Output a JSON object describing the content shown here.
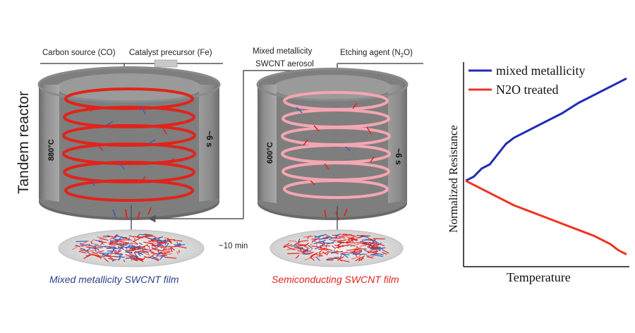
{
  "title": "Tandem reactor",
  "reactor1": {
    "carbon_source": "Carbon source (CO)",
    "catalyst_precursor": "Catalyst precursor (Fe)",
    "temperature": "880°C",
    "residence_time": "~6 s",
    "coil_color": "#e0241b"
  },
  "transfer": {
    "aerosol_line1": "Mixed metallicity",
    "aerosol_line2": "SWCNT aerosol",
    "collection_time": "~10 min"
  },
  "reactor2": {
    "etching_agent_prefix": "Etching agent (N",
    "etching_agent_sub": "2",
    "etching_agent_suffix": "O)",
    "temperature": "600°C",
    "residence_time": "~6 s",
    "coil_color": "#f4a6b2"
  },
  "films": {
    "mixed": {
      "label": "Mixed metallicity SWCNT film",
      "color": "#2b3f8c"
    },
    "semiconducting": {
      "label": "Semiconducting SWCNT film",
      "color": "#e0241b"
    }
  },
  "chart_data": {
    "type": "line",
    "xlabel": "Temperature",
    "ylabel": "Normalized Resistance",
    "legend_position": "top-left",
    "grid": false,
    "series": [
      {
        "name": "mixed metallicity",
        "color": "#1f2bb3",
        "x": [
          0,
          0.05,
          0.1,
          0.15,
          0.2,
          0.25,
          0.3,
          0.4,
          0.5,
          0.6,
          0.7,
          0.8,
          0.9,
          1.0
        ],
        "y": [
          0.42,
          0.44,
          0.48,
          0.5,
          0.55,
          0.6,
          0.63,
          0.67,
          0.71,
          0.75,
          0.8,
          0.84,
          0.88,
          0.92
        ]
      },
      {
        "name": "N2O treated",
        "color": "#ee3322",
        "x": [
          0,
          0.1,
          0.2,
          0.3,
          0.4,
          0.5,
          0.6,
          0.7,
          0.8,
          0.9,
          0.95,
          1.0
        ],
        "y": [
          0.42,
          0.38,
          0.34,
          0.3,
          0.27,
          0.24,
          0.21,
          0.18,
          0.15,
          0.11,
          0.08,
          0.06
        ]
      }
    ]
  }
}
